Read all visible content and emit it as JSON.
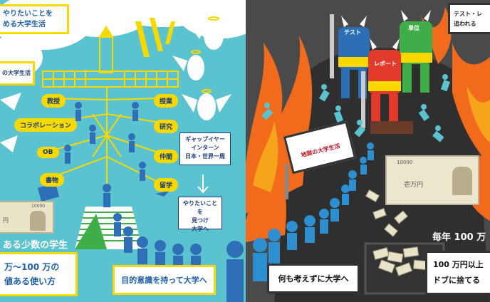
{
  "left": {
    "top_box_line1": "やりたいことを",
    "top_box_line2": "める大学生活",
    "side_box": "の大学生活",
    "pill_1": "教授",
    "pill_2": "コラボレーション",
    "pill_3": "OB",
    "pill_4": "書物",
    "pill_5": "授業",
    "pill_6": "研究",
    "pill_7": "仲間",
    "pill_8": "留学",
    "gap_line1": "ギャップイヤー",
    "gap_line2": "インターン",
    "gap_line3": "日本・世界一周",
    "find_line1": "やりたいことを",
    "find_line2": "見つけ",
    "find_line3": "大学へ",
    "bill_number": "10000",
    "bill_text": "円",
    "caption_students": "ある少数の学生",
    "bottom_box_line1": "万～100 万の",
    "bottom_box_line2": "値ある使い方",
    "bottom_center": "目的意識を持って大学へ"
  },
  "right": {
    "demon_1": "テスト",
    "demon_2": "単位",
    "demon_3": "レポート",
    "top_box_line1": "テスト・レ",
    "top_box_line2": "追われる",
    "sign": "地獄の大学生活",
    "bill_number": "10000",
    "bill_text": "壱万円",
    "caption_yearly": "毎年 100 万",
    "bottom_center": "何も考えずに大学へ",
    "bottom_right_line1": "100 万円以上",
    "bottom_right_line2": "ドブに捨てる"
  },
  "colors": {
    "sky": "#5bc3cf",
    "accent_yellow": "#f7d900",
    "people_blue": "#2e6fb8",
    "hell_bg": "#4a4a4a",
    "flame": "#f26b1d",
    "demon_blue": "#2d6fb7",
    "demon_green": "#3fae49",
    "demon_red": "#e23b2b"
  }
}
